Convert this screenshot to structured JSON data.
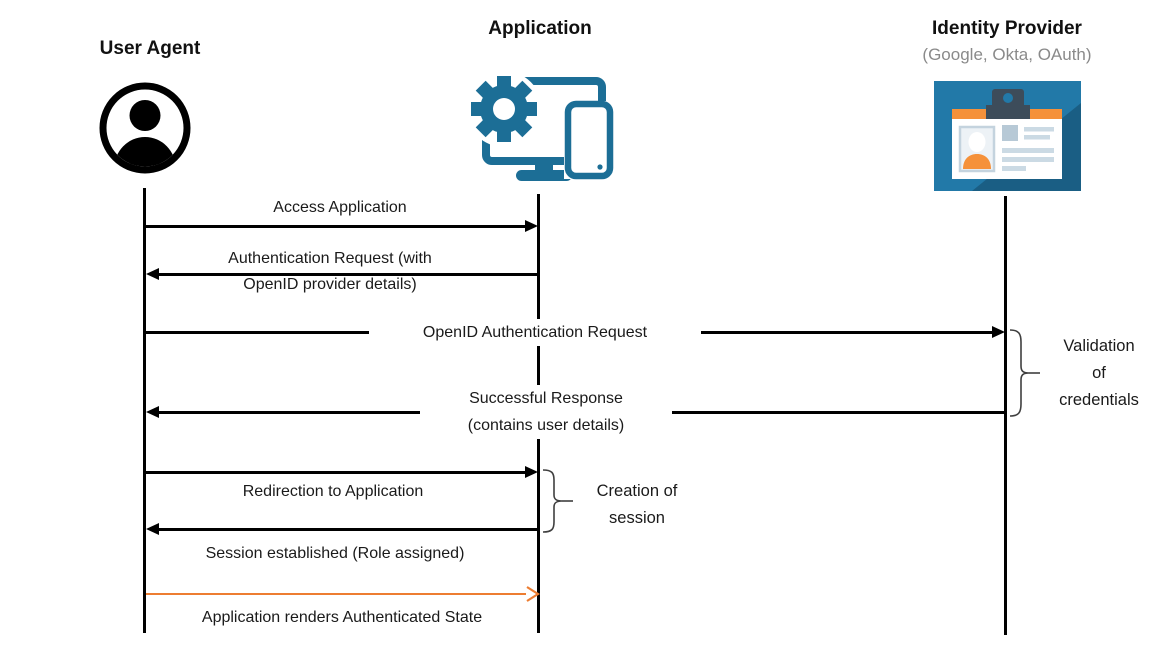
{
  "diagram_type": "sequence-diagram",
  "actors": [
    {
      "name": "User Agent",
      "subtitle": "",
      "icon": "user-icon"
    },
    {
      "name": "Application",
      "subtitle": "",
      "icon": "application-devices-icon"
    },
    {
      "name": "Identity Provider",
      "subtitle": "(Google, Okta, OAuth)",
      "icon": "id-card-icon"
    }
  ],
  "messages": [
    {
      "label": "Access Application",
      "from": "User Agent",
      "to": "Application",
      "color": "#000000"
    },
    {
      "label": "Authentication Request (with\nOpenID provider details)",
      "from": "Application",
      "to": "User Agent",
      "color": "#000000"
    },
    {
      "label": "OpenID Authentication Request",
      "from": "User Agent",
      "to": "Identity Provider",
      "color": "#000000"
    },
    {
      "label": "Successful Response\n(contains user details)",
      "from": "Identity Provider",
      "to": "User Agent",
      "color": "#000000"
    },
    {
      "label": "Redirection to Application",
      "from": "User Agent",
      "to": "Application",
      "color": "#000000"
    },
    {
      "label": "Session established (Role assigned)",
      "from": "Application",
      "to": "User Agent",
      "color": "#000000"
    },
    {
      "label": "Application renders Authenticated State",
      "from": "User Agent",
      "to": "Application",
      "color": "#ED7D31"
    }
  ],
  "annotations": [
    {
      "label": "Validation\nof\ncredentials",
      "attached_to": "Identity Provider"
    },
    {
      "label": "Creation of\nsession",
      "attached_to": "Application"
    }
  ],
  "colors": {
    "line_black": "#000000",
    "orange_arrow": "#ED7D31",
    "app_icon_teal": "#1C6E96",
    "idp_background_blue": "#2279A8",
    "idp_shadow_blue": "#1A5E84",
    "idp_orange": "#F5913A",
    "idp_clip_slate": "#3D4C5A",
    "idp_line_gray": "#CBDAE4",
    "subtitle_gray": "#8A8A8A"
  }
}
